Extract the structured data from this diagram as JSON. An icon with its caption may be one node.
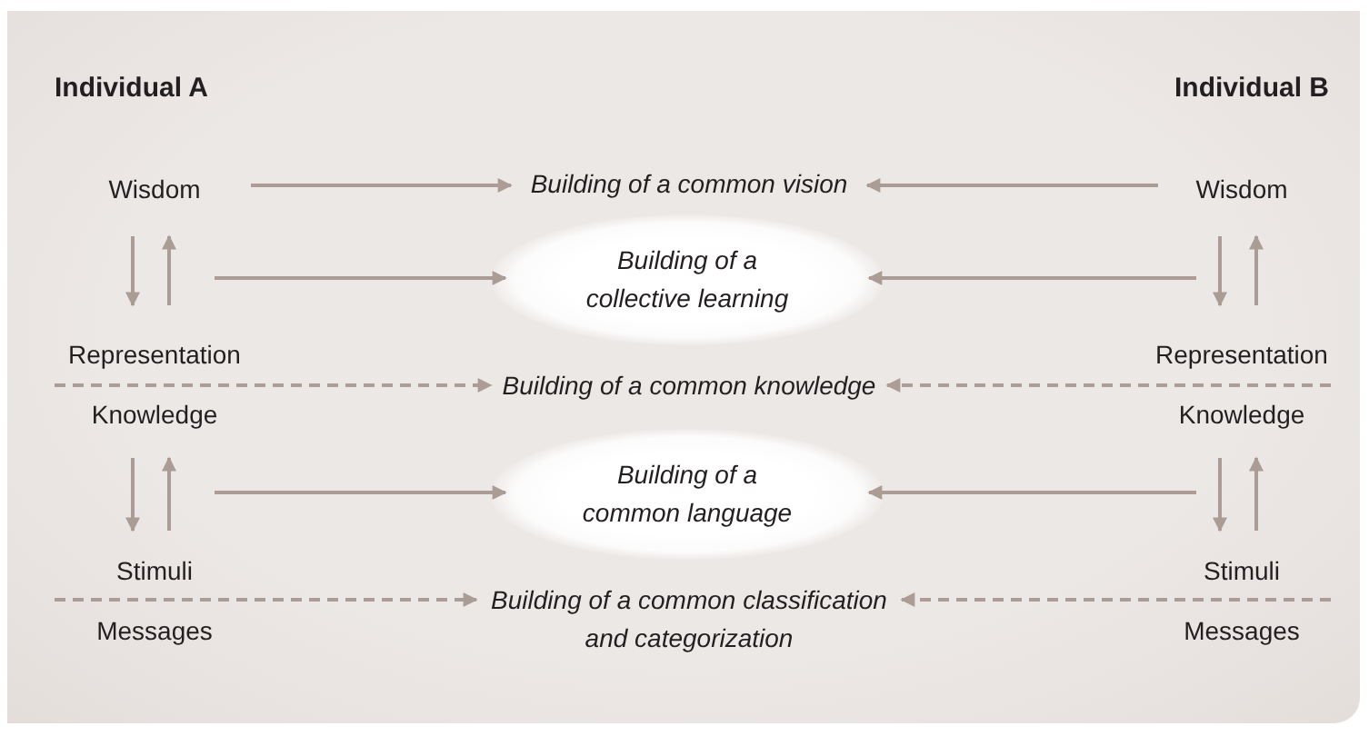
{
  "diagram": {
    "nodes": [
      {
        "text": [
          "Wisdom"
        ]
      },
      {
        "text": [
          "Building of a common vision"
        ]
      },
      {
        "text": [
          "Wisdom"
        ]
      },
      {
        "text": [
          "Building of a collective learning"
        ]
      },
      {
        "text": [
          "Representation",
          "Knowledge"
        ]
      },
      {
        "text": [
          "Building of a common knowledge"
        ]
      },
      {
        "text": [
          "Representation",
          "Knowledge"
        ]
      },
      {
        "text": [
          "Building of a common language"
        ]
      },
      {
        "text": [
          "Stimuli",
          "Messages"
        ]
      },
      {
        "text": [
          "Building of a common classification and categorization"
        ]
      },
      {
        "text": [
          "Stimuli",
          "Messages"
        ]
      }
    ],
    "edges": [
      {
        "from": 0,
        "to": 1,
        "arrow": "to"
      },
      {
        "from": 2,
        "to": 1,
        "arrow": "to"
      },
      {
        "from": 0,
        "to": 4,
        "arrow": "to"
      },
      {
        "from": 4,
        "to": 0,
        "arrow": "to"
      },
      {
        "from": null,
        "to": 3,
        "arrow": "to"
      },
      {
        "from": 2,
        "to": 6,
        "arrow": "to"
      },
      {
        "from": 6,
        "to": 2,
        "arrow": "to"
      },
      {
        "from": null,
        "to": 3,
        "arrow": "to"
      },
      {
        "from": 4,
        "to": 5,
        "arrow": "to",
        "style": "dashed"
      },
      {
        "from": 6,
        "to": 5,
        "arrow": "to",
        "style": "dashed"
      },
      {
        "from": 4,
        "to": 8,
        "arrow": "to"
      },
      {
        "from": 8,
        "to": 4,
        "arrow": "to"
      },
      {
        "from": null,
        "to": 7,
        "arrow": "to"
      },
      {
        "from": 6,
        "to": 10,
        "arrow": "to"
      },
      {
        "from": 10,
        "to": 6,
        "arrow": "to"
      },
      {
        "from": null,
        "to": 7,
        "arrow": "to"
      },
      {
        "from": 8,
        "to": 9,
        "arrow": "to",
        "style": "dashed"
      },
      {
        "from": 10,
        "to": 9,
        "arrow": "to",
        "style": "dashed"
      }
    ],
    "labels": [
      "Individual A",
      "Individual B"
    ]
  }
}
